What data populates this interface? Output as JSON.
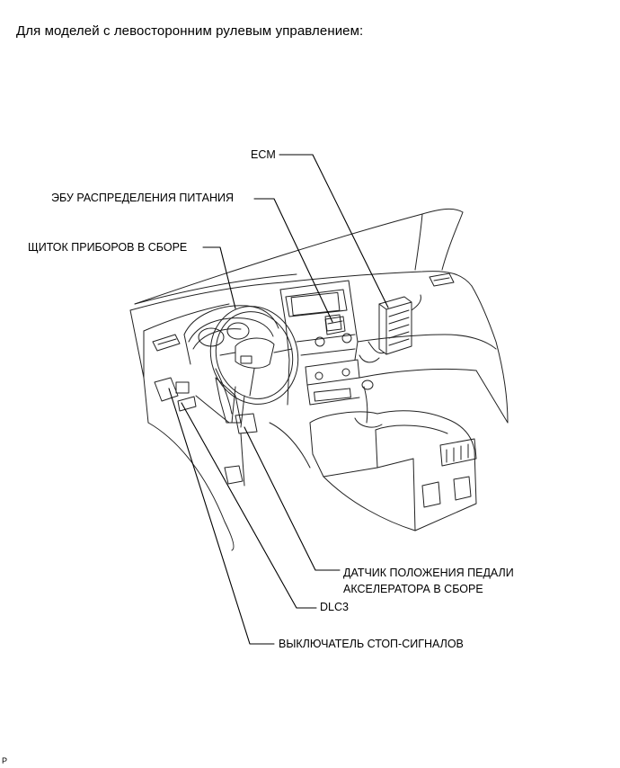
{
  "heading": "Для моделей с левосторонним рулевым управлением:",
  "labels": {
    "ecm": "ECM",
    "power_distribution_ecu": "ЭБУ РАСПРЕДЕЛЕНИЯ ПИТАНИЯ",
    "combination_meter": "ЩИТОК ПРИБОРОВ В СБОРЕ",
    "accelerator_sensor_line1": "ДАТЧИК ПОЛОЖЕНИЯ ПЕДАЛИ",
    "accelerator_sensor_line2": "АКСЕЛЕРАТОРА В СБОРЕ",
    "dlc3": "DLC3",
    "stop_light_switch": "ВЫКЛЮЧАТЕЛЬ СТОП-СИГНАЛОВ"
  },
  "corner_mark": "P"
}
